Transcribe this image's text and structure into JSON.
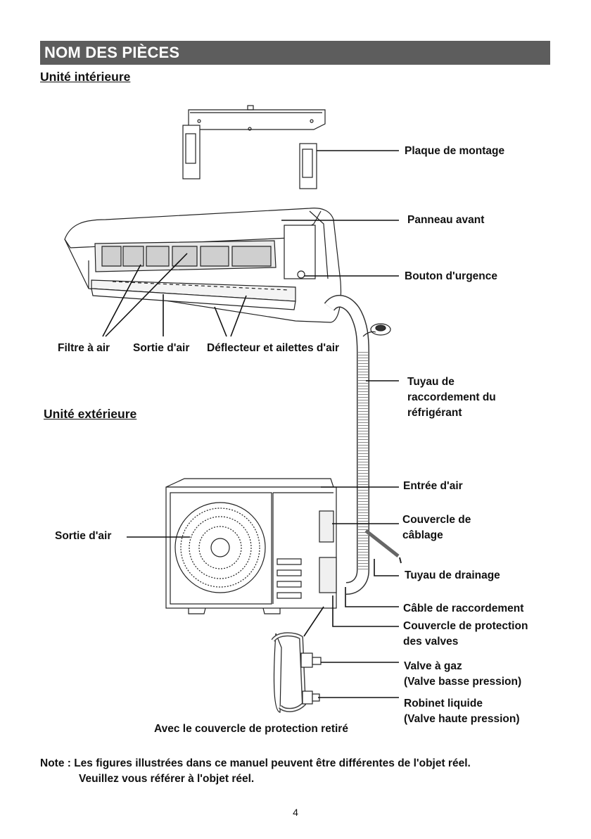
{
  "header": {
    "title": "NOM DES PIÈCES"
  },
  "sections": {
    "indoor": "Unité intérieure",
    "outdoor": "Unité extérieure"
  },
  "labels": {
    "mounting_plate": "Plaque de montage",
    "front_panel": "Panneau avant",
    "emergency_button": "Bouton d'urgence",
    "air_filter": "Filtre à air",
    "air_outlet_indoor": "Sortie d'air",
    "deflector": "Déflecteur et ailettes d'air",
    "refrigerant_pipe": [
      "Tuyau de",
      "raccordement du",
      "réfrigérant"
    ],
    "air_inlet": "Entrée d'air",
    "wiring_cover": [
      "Couvercle de",
      "câblage"
    ],
    "air_outlet_outdoor": "Sortie d'air",
    "drain_hose": "Tuyau de drainage",
    "connecting_cable": "Câble de raccordement",
    "valve_cover": [
      "Couvercle de protection",
      "des valves"
    ],
    "gas_valve": [
      "Valve à gaz",
      "(Valve basse pression)"
    ],
    "liquid_valve": [
      "Robinet liquide",
      "(Valve haute pression)"
    ]
  },
  "caption": "Avec le couvercle de protection retiré",
  "note": {
    "line1": "Note : Les figures illustrées dans ce manuel peuvent être différentes de l'objet réel.",
    "line2": "Veuillez vous référer à l'objet réel."
  },
  "page_number": "4"
}
